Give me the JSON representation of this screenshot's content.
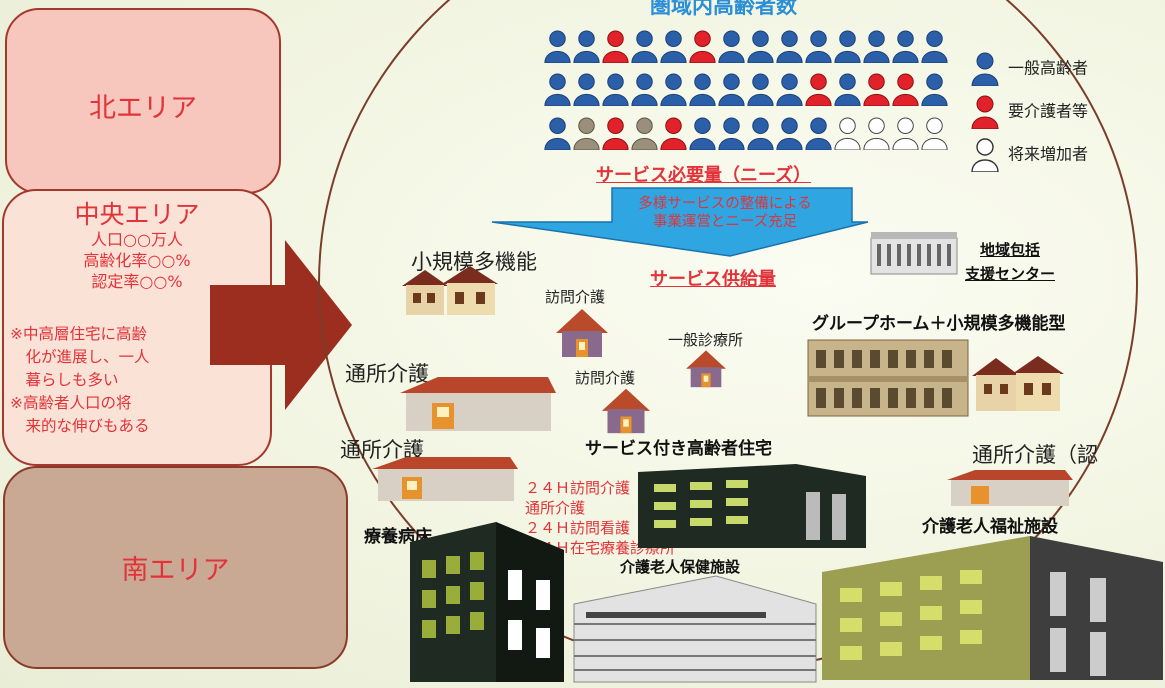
{
  "diagram_title": "圏域内高齢者数",
  "areas": {
    "north": {
      "title": "北エリア"
    },
    "center": {
      "title": "中央エリア",
      "stats": [
        "人口○○万人",
        "高齢化率○○%",
        "認定率○○%"
      ],
      "notes": "※中高層住宅に高齢\n　化が進展し、一人\n　暮らしも多い\n※高齢者人口の将\n　来的な伸びもある"
    },
    "south": {
      "title": "南エリア"
    }
  },
  "population_rows": [
    [
      "blue",
      "blue",
      "red",
      "blue",
      "blue",
      "red",
      "blue",
      "blue",
      "blue",
      "blue",
      "blue",
      "blue",
      "blue",
      "blue"
    ],
    [
      "blue",
      "blue",
      "blue",
      "blue",
      "blue",
      "blue",
      "blue",
      "blue",
      "blue",
      "red",
      "blue",
      "red",
      "red",
      "blue"
    ],
    [
      "blue",
      "grey",
      "red",
      "grey",
      "red",
      "blue",
      "blue",
      "blue",
      "blue",
      "blue",
      "white",
      "white",
      "white",
      "white"
    ]
  ],
  "legend": [
    {
      "label": "一般高齢者",
      "color": "#2b5fa8"
    },
    {
      "label": "要介護者等",
      "color": "#e2222a"
    },
    {
      "label": "将来増加者",
      "color": "#ffffff"
    }
  ],
  "needs_label": "サービス必要量（ニーズ）",
  "banner_text": [
    "多様サービスの整備による",
    "事業運営とニーズ充足"
  ],
  "supply_label": "サービス供給量",
  "services": {
    "small_multi": "小規模多機能",
    "visit_care_1": "訪問介護",
    "clinic": "一般診療所",
    "visit_care_2": "訪問介護",
    "grouphome": "グループホーム＋小規模多機能型",
    "day_care_1": "通所介護",
    "day_care_2": "通所介護",
    "day_care_3": "通所介護（認",
    "housing": "サービス付き高齢者住宅",
    "medical_ward": "療養病床",
    "welfare_facility": "介護老人福祉施設",
    "health_facility": "介護老人保健施設",
    "support_center": "地域包括\n支援センター"
  },
  "housing_services": "２４Ｈ訪問介護\n通所介護\n２４Ｈ訪問看護\n２４Ｈ在宅療養診療所"
}
